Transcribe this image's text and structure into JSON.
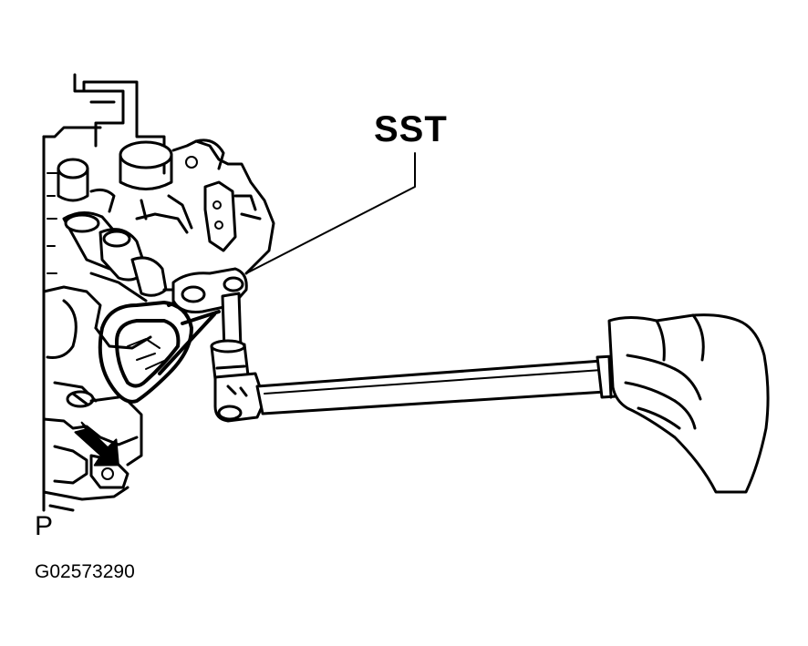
{
  "labels": {
    "tool": "SST",
    "view": "P",
    "code": "G02573290"
  },
  "colors": {
    "ink": "#000000",
    "paper": "#ffffff"
  },
  "icons": {
    "arrow": "arrow-up-right-icon"
  }
}
